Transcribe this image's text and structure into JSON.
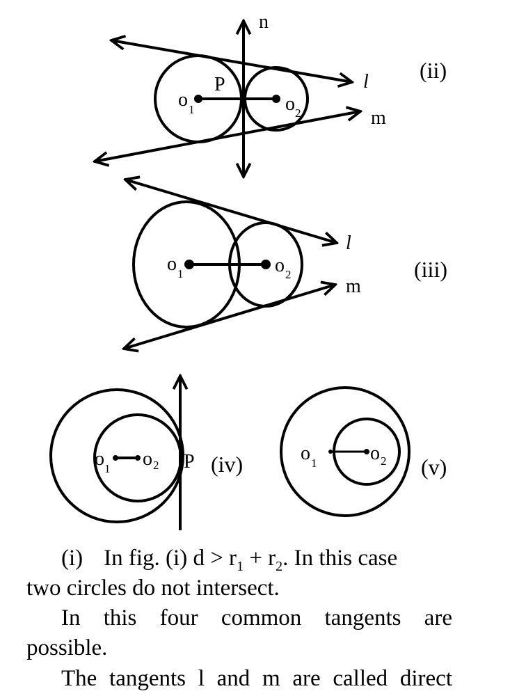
{
  "figures": {
    "fig2": {
      "caption": "(ii)",
      "labels": {
        "n": "n",
        "p": "P",
        "o1": "o",
        "o1_sub": "1",
        "o2": "o",
        "o2_sub": "2",
        "l": "l",
        "m": "m"
      }
    },
    "fig3": {
      "caption": "(iii)",
      "labels": {
        "o1": "o",
        "o1_sub": "1",
        "o2": "o",
        "o2_sub": "2",
        "l": "l",
        "m": "m"
      }
    },
    "fig4": {
      "caption": "(iv)",
      "labels": {
        "o1": "o",
        "o1_sub": "1",
        "o2": "o",
        "o2_sub": "2",
        "p": "P"
      }
    },
    "fig5": {
      "caption": "(v)",
      "labels": {
        "o1": "o",
        "o1_sub": "1",
        "o2": "o",
        "o2_sub": "2"
      }
    }
  },
  "text": {
    "line1": {
      "num": "(i)",
      "a": "In fig. (i) d > r",
      "sub1": "1",
      "b": " + r",
      "sub2": "2",
      "c": ". In this case"
    },
    "line2": "two circles do not intersect.",
    "line3": "In this four common tangents are",
    "line4": "possible.",
    "line5": "The tangents l and m are called direct"
  }
}
